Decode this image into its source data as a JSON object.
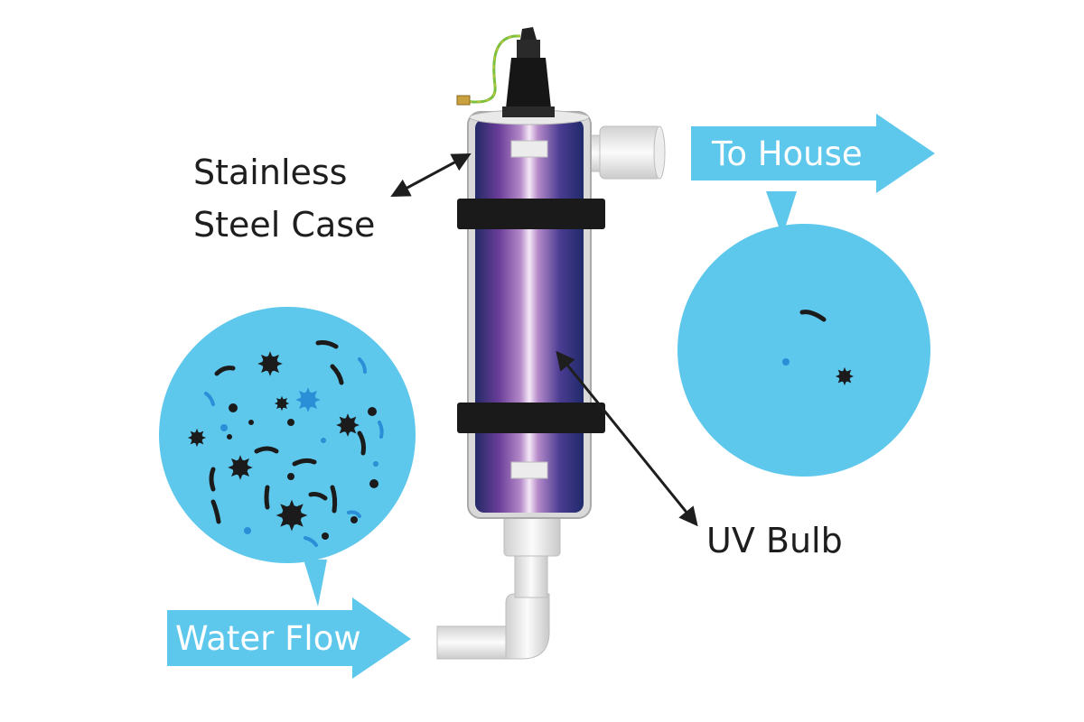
{
  "labels": {
    "case_line1": "Stainless",
    "case_line2": "Steel Case",
    "bulb": "UV Bulb",
    "outlet": "To House",
    "inlet": "Water Flow"
  },
  "colors": {
    "water": "#5ec7ec",
    "arrow_blue": "#5ec7ec",
    "particle_dark": "#1b1b1b",
    "particle_blue": "#2a8fd6",
    "band": "#1a1a1a",
    "tube_edge": "#2b3070",
    "tube_mid": "#8a5fae",
    "tube_highlight": "#f4e8f7",
    "pipe": "#e6e6e6",
    "ground_wire": "#7bbf3c",
    "label_text": "#1e1e1e",
    "arrow_text": "#ffffff"
  },
  "icons": {
    "contaminated_water": "water-droplet-circle-many-particles",
    "treated_water": "water-droplet-circle-few-particles",
    "germ": "spiky-germ-icon"
  }
}
